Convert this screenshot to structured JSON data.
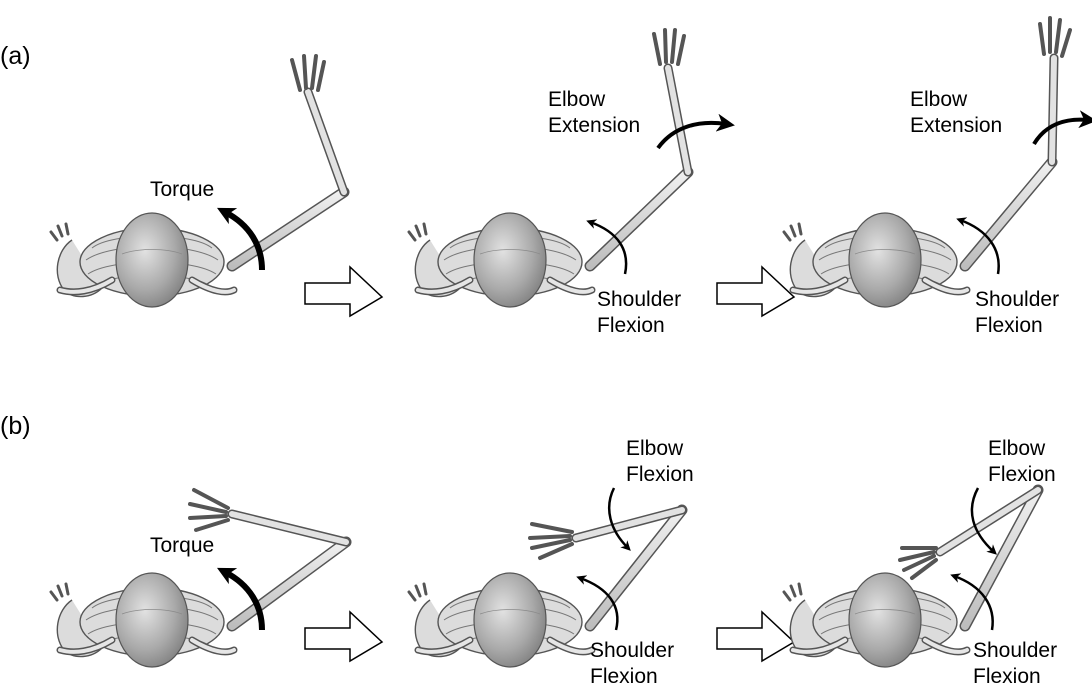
{
  "rows": [
    {
      "tag": "(a)",
      "panels": [
        {
          "labels": [
            "Torque"
          ]
        },
        {
          "labels": [
            "Elbow",
            "Extension",
            "Shoulder",
            "Flexion"
          ]
        },
        {
          "labels": [
            "Elbow",
            "Extension",
            "Shoulder",
            "Flexion"
          ]
        }
      ]
    },
    {
      "tag": "(b)",
      "panels": [
        {
          "labels": [
            "Torque"
          ]
        },
        {
          "labels": [
            "Elbow",
            "Flexion",
            "Shoulder",
            "Flexion"
          ]
        },
        {
          "labels": [
            "Elbow",
            "Flexion",
            "Shoulder",
            "Flexion"
          ]
        }
      ]
    }
  ],
  "colors": {
    "bone": "#dcdcdc",
    "skull": "#b4b4b4",
    "outline": "#555555",
    "arrow": "#000000"
  }
}
